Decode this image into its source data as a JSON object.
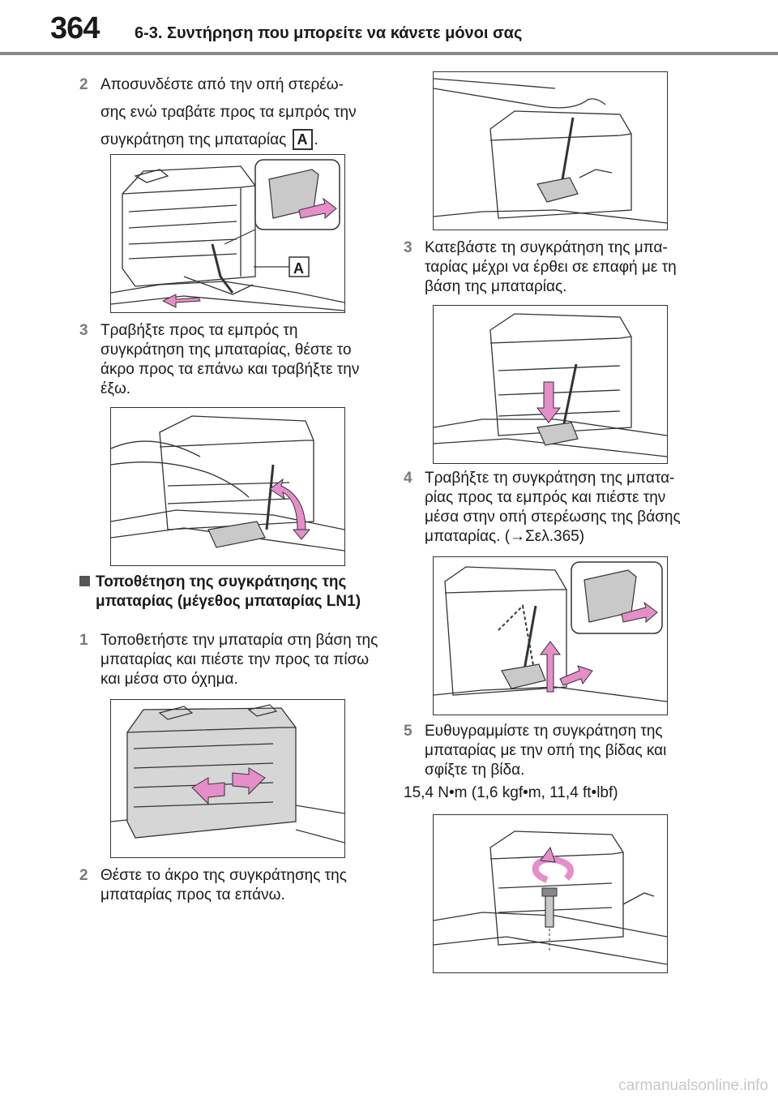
{
  "header": {
    "page_number": "364",
    "section_title": "6-3. Συντήρηση που μπορείτε να κάνετε μόνοι σας"
  },
  "left": {
    "step2a": {
      "num": "2",
      "text": "Αποσυνδέστε από την οπή στερέω- σης ενώ τραβάτε προς τα εμπρός την συγκράτηση της μπαταρίας",
      "badge": "A",
      "tail": "."
    },
    "fig1_callout": "A",
    "step3a": {
      "num": "3",
      "text": "Τραβήξτε προς τα εμπρός τη συγκράτηση της μπαταρίας, θέστε το άκρο προς τα επάνω και τραβήξτε την έξω."
    },
    "heading": "Τοποθέτηση της συγκράτησης της μπαταρίας (μέγεθος μπαταρίας LN1)",
    "step1": {
      "num": "1",
      "text": "Τοποθετήστε την μπαταρία στη βάση της μπαταρίας και πιέστε την προς τα πίσω και μέσα στο όχημα."
    },
    "step2b": {
      "num": "2",
      "text": "Θέστε το άκρο της συγκράτησης της μπαταρίας προς τα επάνω."
    }
  },
  "right": {
    "step3b": {
      "num": "3",
      "text": "Κατεβάστε τη συγκράτηση της μπα- ταρίας μέχρι να έρθει σε επαφή με τη βάση της μπαταρίας."
    },
    "step4": {
      "num": "4",
      "text": "Τραβήξτε τη συγκράτηση της μπατα- ρίας προς τα εμπρός και πιέστε την μέσα στην οπή στερέωσης της βάσης μπαταρίας. (→Σελ.365)"
    },
    "step5": {
      "num": "5",
      "text": "Ευθυγραμμίστε τη συγκράτηση της μπαταρίας με την οπή της βίδας και σφίξτε τη βίδα."
    },
    "torque": "15,4 N•m (1,6 kgf•m, 11,4 ft•lbf)"
  },
  "watermark": "carmanualsonline.info",
  "colors": {
    "accent_arrow": "#e58ec9",
    "rule": "#8a8a8a",
    "step_num": "#7a7a7a"
  }
}
